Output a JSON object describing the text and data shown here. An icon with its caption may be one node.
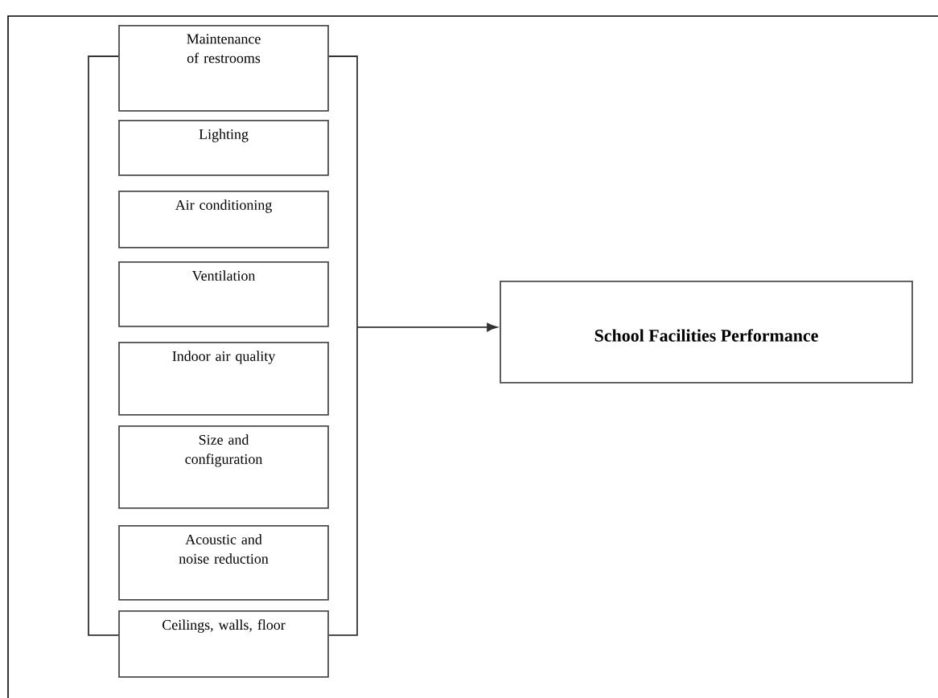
{
  "diagram": {
    "nodes": [
      {
        "text": [
          "Maintenance of restrooms"
        ]
      },
      {
        "text": [
          "Lighting"
        ]
      },
      {
        "text": [
          "Air conditioning"
        ]
      },
      {
        "text": [
          "Ventilation"
        ]
      },
      {
        "text": [
          "Indoor air quality"
        ]
      },
      {
        "text": [
          "Size and configuration"
        ]
      },
      {
        "text": [
          "Acoustic and noise reduction"
        ]
      },
      {
        "text": [
          "Ceilings, walls, floor"
        ]
      },
      {
        "text": [
          "School Facilities Performance"
        ]
      }
    ],
    "edges": [
      {
        "from": 0,
        "to": 7,
        "arrow": "none"
      },
      {
        "from": 0,
        "to": 8,
        "arrow": "to"
      },
      {
        "from": 7,
        "to": 8,
        "arrow": "to"
      }
    ]
  }
}
